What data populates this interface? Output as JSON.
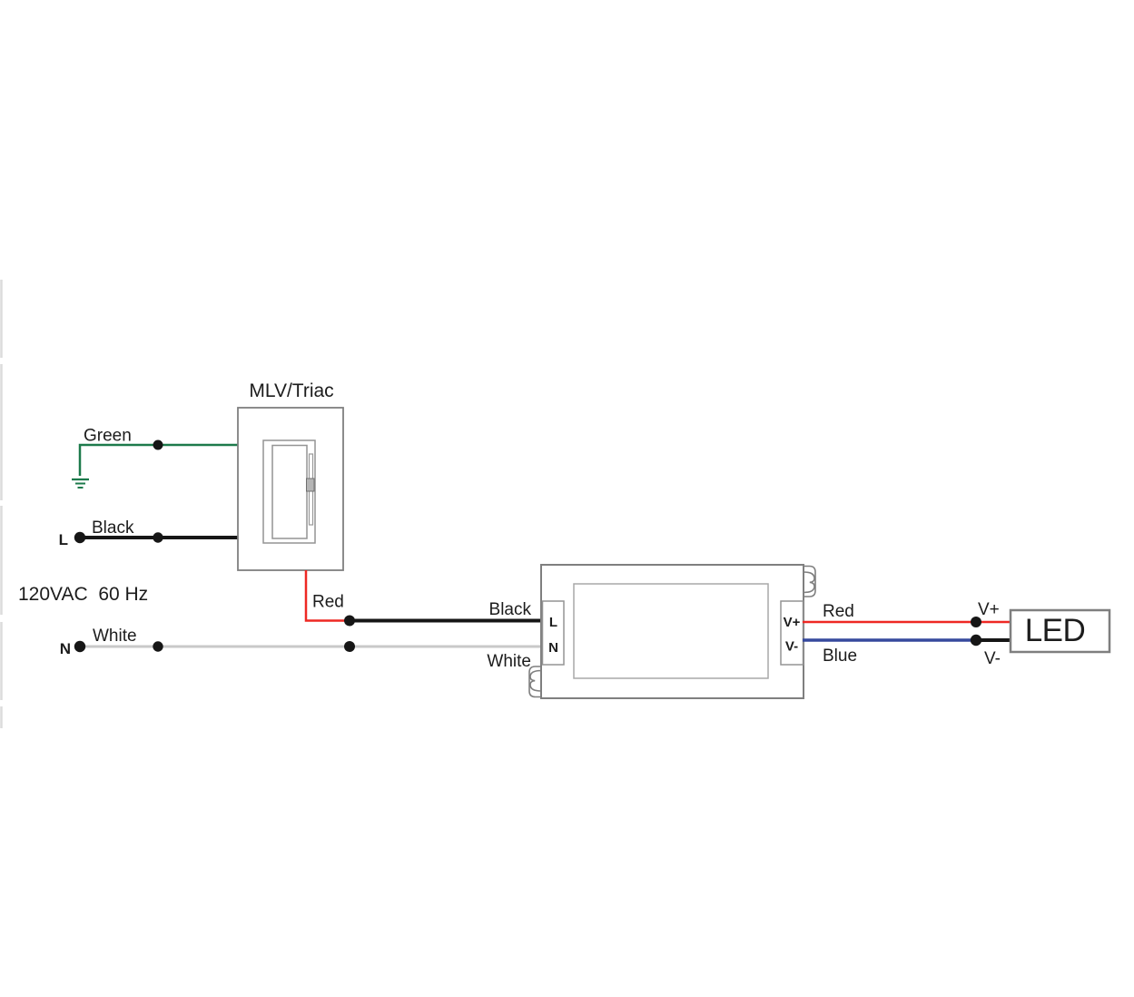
{
  "colors": {
    "green": "#1d7a4b",
    "black": "#161616",
    "white_wire": "#c9c9c9",
    "red": "#ee2823",
    "blue": "#36499d",
    "box_stroke": "#7f7f7f",
    "text": "#1c1c1c"
  },
  "source": {
    "voltage": "120VAC  60 Hz",
    "l_terminal": "L",
    "n_terminal": "N",
    "ground_wire_label": "Green",
    "line_wire_label": "Black",
    "neutral_wire_label": "White"
  },
  "dimmer": {
    "title": "MLV/Triac",
    "output_wire_label": "Red"
  },
  "driver": {
    "line_in_label": "Black",
    "neutral_in_label": "White",
    "terminals": {
      "l": "L",
      "n": "N",
      "vplus": "V+",
      "vminus": "V-"
    },
    "output_positive_label": "Red",
    "output_negative_label": "Blue"
  },
  "led": {
    "label": "LED",
    "vplus_label": "V+",
    "vminus_label": "V-"
  }
}
